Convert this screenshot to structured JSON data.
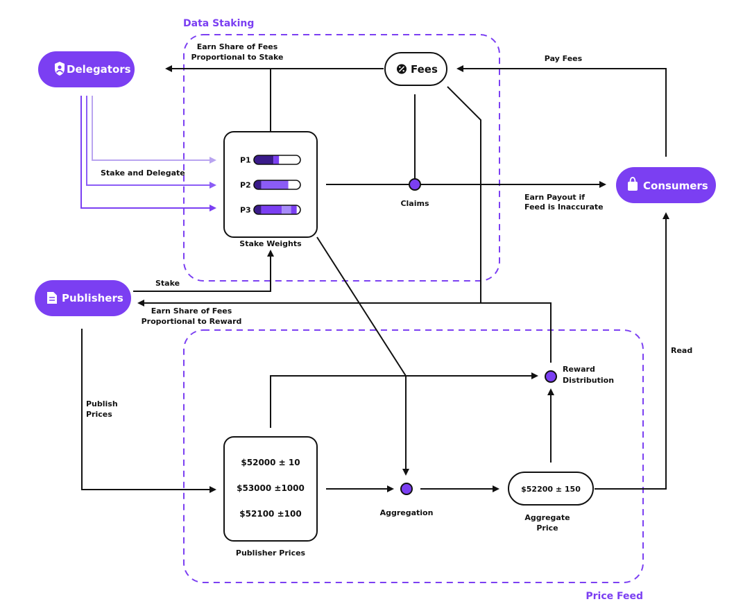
{
  "regions": {
    "data_staking": "Data Staking",
    "price_feed": "Price Feed"
  },
  "nodes": {
    "delegators": {
      "label": "Delegators",
      "icon": "shield-user-icon"
    },
    "publishers": {
      "label": "Publishers",
      "icon": "document-icon"
    },
    "consumers": {
      "label": "Consumers",
      "icon": "shopping-bag-icon"
    },
    "fees": {
      "label": "Fees",
      "icon": "percent-badge-icon"
    }
  },
  "stake_weights": {
    "title": "Stake Weights",
    "rows": [
      {
        "label": "P1",
        "segments": [
          {
            "fraction": 0.42,
            "color": "#3a1b8a"
          },
          {
            "fraction": 0.12,
            "color": "#7b3ff2"
          }
        ]
      },
      {
        "label": "P2",
        "segments": [
          {
            "fraction": 0.16,
            "color": "#3a1b8a"
          },
          {
            "fraction": 0.58,
            "color": "#8b5cf6"
          }
        ]
      },
      {
        "label": "P3",
        "segments": [
          {
            "fraction": 0.16,
            "color": "#3a1b8a"
          },
          {
            "fraction": 0.44,
            "color": "#7b3ff2"
          },
          {
            "fraction": 0.2,
            "color": "#a78bfa"
          },
          {
            "fraction": 0.12,
            "color": "#7b3ff2"
          }
        ]
      }
    ]
  },
  "publisher_prices": {
    "title": "Publisher Prices",
    "items": [
      "$52000 ± 10",
      "$53000 ±1000",
      "$52100 ±100"
    ]
  },
  "aggregate": {
    "value": "$52200 ± 150",
    "title_line1": "Aggregate",
    "title_line2": "Price"
  },
  "points": {
    "claims": "Claims",
    "aggregation": "Aggregation",
    "reward_line1": "Reward",
    "reward_line2": "Distribution"
  },
  "edges": {
    "earn_share_stake_1": "Earn Share of Fees",
    "earn_share_stake_2": "Proportional to Stake",
    "pay_fees": "Pay Fees",
    "stake_and_delegate": "Stake and Delegate",
    "earn_payout_1": "Earn Payout if",
    "earn_payout_2": "Feed is Inaccurate",
    "stake": "Stake",
    "earn_share_reward_1": "Earn Share of Fees",
    "earn_share_reward_2": "Proportional to Reward",
    "publish_1": "Publish",
    "publish_2": "Prices",
    "read": "Read"
  },
  "colors": {
    "accent": "#7b3ff2",
    "dark_purple": "#3a1b8a",
    "light_purple": "#b9a4f0",
    "line": "#111111"
  }
}
